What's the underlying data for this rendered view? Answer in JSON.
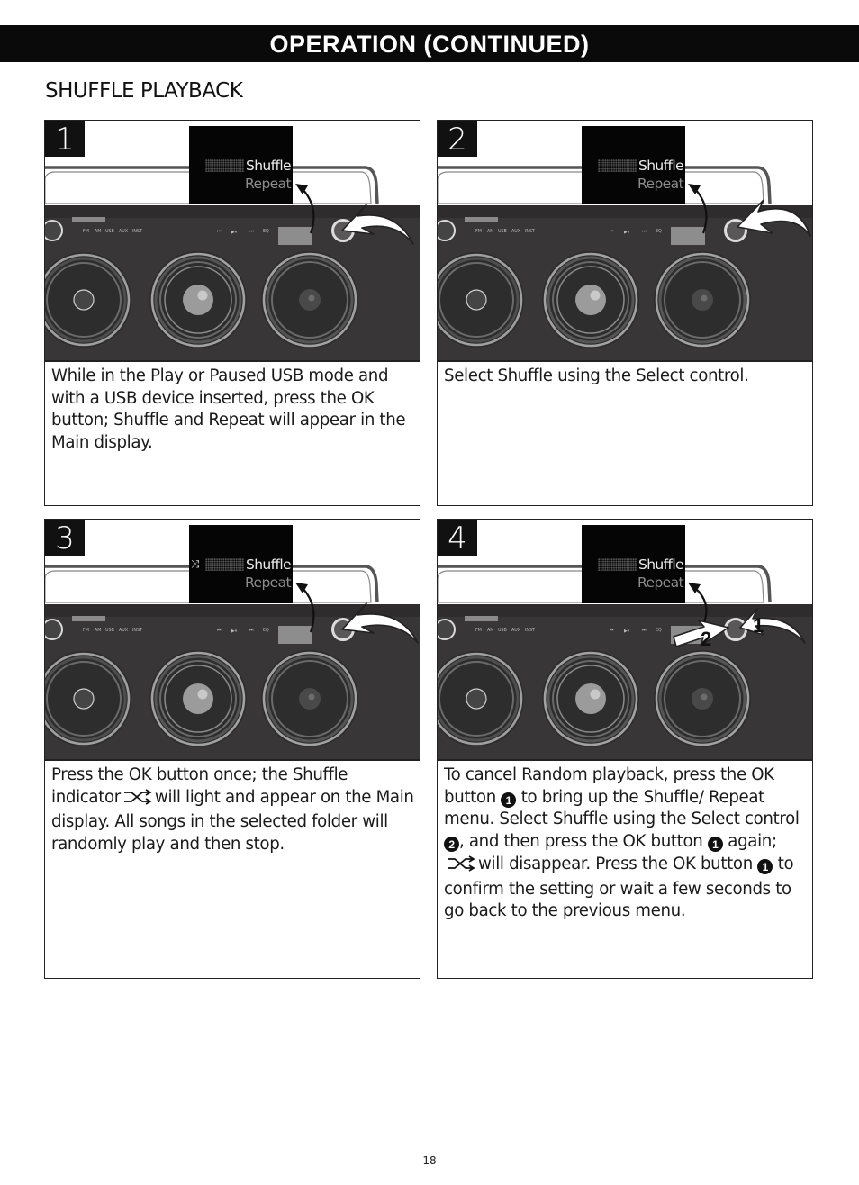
{
  "header": {
    "banner": "OPERATION (CONTINUED)"
  },
  "section": {
    "title": "SHUFFLE PLAYBACK"
  },
  "display": {
    "shuffle_label": "Shuffle",
    "repeat_label": "Repeat"
  },
  "device": {
    "source_labels": [
      "FM",
      "AM",
      "USB",
      "AUX",
      "INST"
    ],
    "transport_labels": [
      "⏮",
      "▶⏸",
      "⏭",
      "EQ"
    ]
  },
  "steps": [
    {
      "number": "1",
      "display_shuffle_indicator": false,
      "caption": "While in the Play or Paused USB mode and with a USB device inserted, press the OK button; Shuffle and Repeat will appear in the Main display."
    },
    {
      "number": "2",
      "display_shuffle_indicator": false,
      "caption": "Select Shuffle using the Select control."
    },
    {
      "number": "3",
      "display_shuffle_indicator": true,
      "caption_parts": {
        "before_icon": "Press the OK button once; the Shuffle indicator",
        "after_icon": "will light and appear on the Main display. All songs in the selected folder will randomly play and then stop."
      }
    },
    {
      "number": "4",
      "display_shuffle_indicator": false,
      "callouts": [
        "1",
        "2"
      ],
      "caption_parts": {
        "p1": "To cancel Random playback, press the OK button",
        "b1": "1",
        "p2": "to bring up the Shuffle/ Repeat menu. Select Shuffle using the Select control",
        "b2": "2",
        "p3": ", and then press the OK button",
        "b3": "1",
        "p4": "again;",
        "p5": "will disappear. Press the OK button",
        "b4": "1",
        "p6": "to confirm the setting or wait a few seconds to go back to the previous menu."
      }
    }
  ],
  "footer": {
    "page_number": "18"
  }
}
